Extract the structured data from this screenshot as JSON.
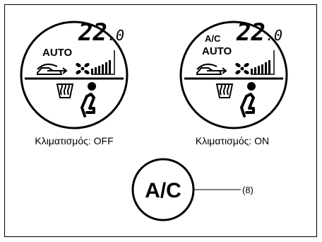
{
  "panel_off": {
    "mode": "AUTO",
    "temp_main": "22",
    "temp_decimal": ".0",
    "caption": "Κλιματισμός: OFF"
  },
  "panel_on": {
    "ac_indicator": "A/C",
    "mode": "AUTO",
    "temp_main": "22",
    "temp_decimal": ".0",
    "caption": "Κλιματισμός: ON"
  },
  "ac_button": {
    "label": "A/C",
    "callout": "(8)"
  },
  "icons": [
    "recirculation-car-icon",
    "fan-icon",
    "fan-speed-bars-icon",
    "rear-defrost-icon",
    "seated-occupant-icon"
  ],
  "colors": {
    "ink": "#000000",
    "background": "#ffffff"
  }
}
